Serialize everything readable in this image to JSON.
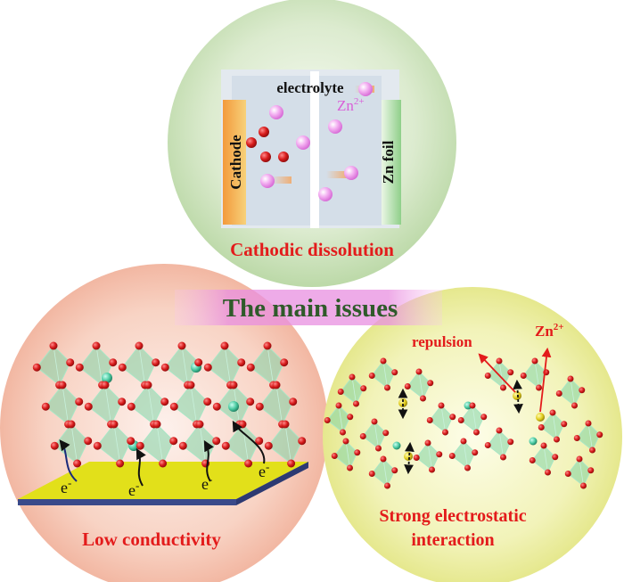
{
  "banner": {
    "title": "The main issues",
    "color": "#2f5a2a"
  },
  "top_panel": {
    "electrolyte_label": "electrolyte",
    "cathode_label": "Cathode",
    "zn_foil_label": "Zn foil",
    "ion_label": "Zn",
    "ion_charge": "2+",
    "caption": "Cathodic dissolution"
  },
  "left_panel": {
    "electron_label": "e",
    "electron_charge": "-",
    "caption": "Low conductivity"
  },
  "right_panel": {
    "repulsion_label": "repulsion",
    "ion_label": "Zn",
    "ion_charge": "2+",
    "caption_line1": "Strong electrostatic",
    "caption_line2": "interaction"
  },
  "colors": {
    "top_circle": "#cfe3bf",
    "left_circle": "#f6c2b0",
    "right_circle": "#ecefa6",
    "caption_red": "#e31b1b",
    "banner_glow": "#e98fe0",
    "oxygen": "#d81c1c",
    "polyhedron": "#7fd4a6",
    "zinc_ion": "#e6d21e",
    "substrate_top": "#e2e01a",
    "substrate_edge": "#3a4a8a"
  }
}
